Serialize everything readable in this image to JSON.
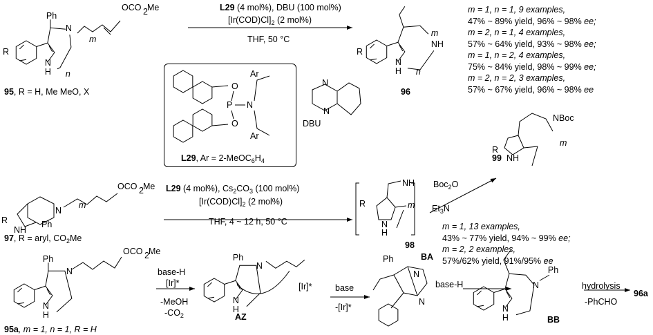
{
  "reaction1": {
    "conditions_line1_cat": "L29",
    "conditions_line1_rest": " (4 mol%), DBU (100 mol%)",
    "conditions_line2": "[Ir(COD)Cl]",
    "conditions_line2_sub": "2",
    "conditions_line2_rest": " (2 mol%)",
    "conditions_line3": "THF, 50 °C",
    "substrate_id": "95",
    "substrate_desc": ", R = H, Me MeO, X",
    "product_id": "96",
    "results": [
      {
        "mn": "m = 1, n = 1, 9 examples,",
        "yield": "47% ~ 89% yield, 96% ~ 98% ",
        "ee": "ee;"
      },
      {
        "mn": "m = 2, n = 1, 4 examples,",
        "yield": "57% ~ 64% yield, 93% ~ 98% ",
        "ee": "ee;"
      },
      {
        "mn": "m = 1, n = 2, 4 examples,",
        "yield": "75% ~ 84% yield, 98% ~ 99% ",
        "ee": "ee;"
      },
      {
        "mn": "m = 2, n = 2, 3 examples,",
        "yield": "57% ~ 67% yield, 96% ~ 98% ",
        "ee": "ee"
      }
    ]
  },
  "ligand_box": {
    "label_bold": "L29",
    "label_rest": ", Ar = 2-MeOC",
    "label_sub1": "6",
    "label_h": "H",
    "label_sub2": "4",
    "atoms": {
      "o1": "O",
      "o2": "O",
      "p": "P",
      "n": "N",
      "ar1": "Ar",
      "ar2": "Ar"
    },
    "dbu_label": "DBU"
  },
  "reaction2": {
    "conditions_line1_cat": "L29",
    "conditions_line1_rest": " (4 mol%), Cs",
    "cs_sub": "2",
    "co": "CO",
    "co_sub": "3",
    "conditions_line1_end": " (100 mol%)",
    "conditions_line2": "[Ir(COD)Cl]",
    "conditions_line2_sub": "2",
    "conditions_line2_rest": " (2 mol%)",
    "conditions_line3": "THF, 4 ~ 12 h, 50 °C",
    "substrate_id": "97",
    "substrate_desc": ", R = aryl, CO",
    "substrate_sub": "2",
    "substrate_end": "Me",
    "intermediate_id": "98",
    "reagent1": "Boc",
    "reagent1_sub": "2",
    "reagent1_end": "O",
    "reagent2": "Et",
    "reagent2_sub": "3",
    "reagent2_end": "N",
    "product_id": "99",
    "results": [
      {
        "mn": "m = 1, 13 examples,",
        "yield": "43% ~ 77% yield, 94% ~ 99% ",
        "ee": "ee;"
      },
      {
        "mn": "m = 2, 2 examples,",
        "yield": "57%/62% yield, 91%/95% ",
        "ee": "ee"
      }
    ]
  },
  "mechanism": {
    "substrate_id": "95a",
    "substrate_desc": ", m = 1, n = 1, R = H",
    "step1_above1": "base-H",
    "step1_above2": "[Ir]*",
    "step1_below1": "-MeOH",
    "step1_below2": "-CO",
    "step1_below2_sub": "2",
    "int1": "AZ",
    "step2_above": "base",
    "step2_below": "-[Ir]*",
    "int2": "BA",
    "step3_above": "base-H",
    "int3": "BB",
    "step4_above": "hydrolysis",
    "step4_below": "-PhCHO",
    "product_id": "96a",
    "ir_label": "[Ir]*"
  },
  "atom_labels": {
    "ph": "Ph",
    "n": "N",
    "h": "H",
    "nh": "NH",
    "r": "R",
    "m": "m",
    "n_sub": "n",
    "oco2me": "OCO",
    "oco2me_sub": "2",
    "oco2me_end": "Me",
    "nboc": "NBoc"
  }
}
